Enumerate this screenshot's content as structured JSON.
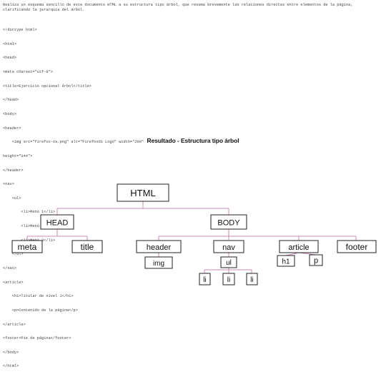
{
  "instructions": "Realiza un esquema sencillo de este documento HTML a su estructura tipo árbol, que resuma brevemente las relaciones directas entre elementos de la página, clarificando la jerarquía del árbol.",
  "code_lines": [
    "<!doctype html>",
    "<html>",
    "<head>",
    "<meta charset=\"utf-8\">",
    "<title>Ejercicio opcional Árbol</title>",
    "</head>",
    "<body>",
    "<header>",
    "    <img src=\"firefox-os.png\" alt=\"FirefoxOS Logo\" width=\"200\"",
    "height=\"144\">",
    "</header>",
    "<nav>",
    "    <ul>",
    "        <li>Menú 1</li>",
    "        <li>Menú 2</li>",
    "        <li>Menú 3</li>",
    "    </ul>",
    "</nav>",
    "<article>",
    "    <h1>Titular de nivel 1</h1>",
    "    <p>Contenido de la página</p>",
    "</article>",
    "<footer>Pie de página</footer>",
    "</body>",
    "</html>"
  ],
  "result_heading": "Resultado - Estructura tipo árbol",
  "tree": {
    "root": "HTML",
    "head": "HEAD",
    "body": "BODY",
    "meta": "meta",
    "title": "title",
    "header": "header",
    "img": "img",
    "nav": "nav",
    "ul": "ul",
    "li1": "li",
    "li2": "li",
    "li3": "li",
    "article": "article",
    "h1": "h1",
    "p": "p",
    "footer": "footer"
  },
  "colors": {
    "connector": "#c88bb4",
    "node_border": "#222222"
  }
}
